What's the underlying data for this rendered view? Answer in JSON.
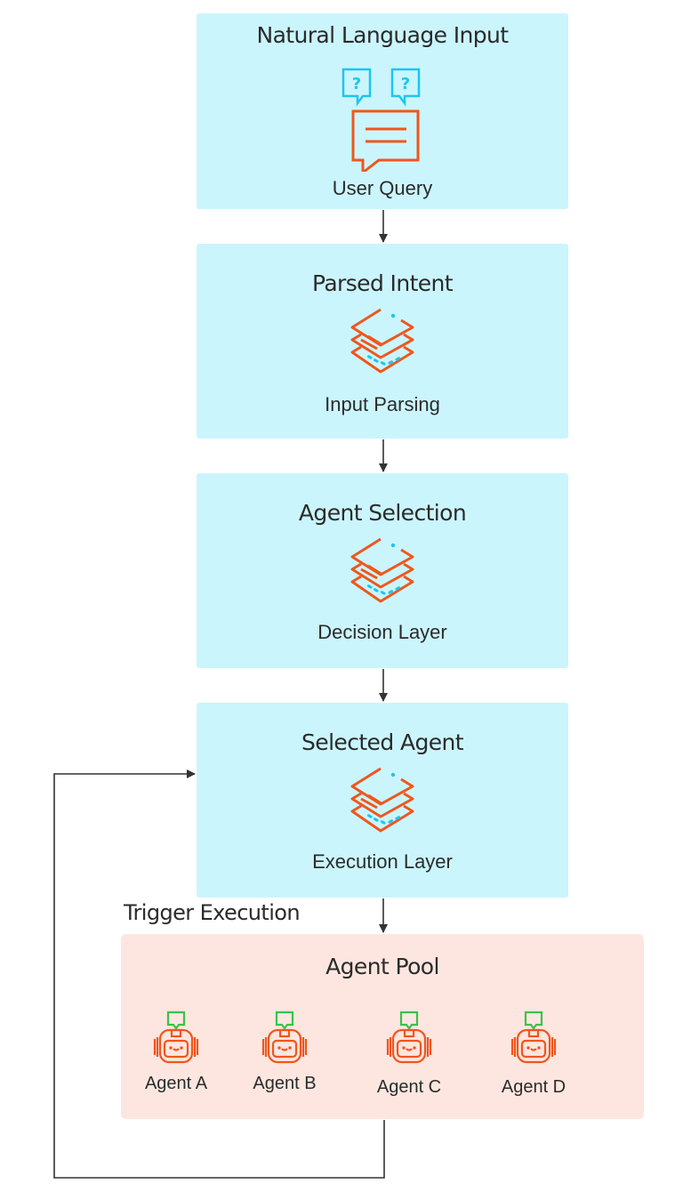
{
  "diagram": {
    "colors": {
      "box_fill": "#cbf5fd",
      "pool_fill": "#fde6e0",
      "icon_orange": "#f0561d",
      "icon_cyan": "#1cc6f0",
      "icon_green": "#39c24a",
      "arrow": "#333333"
    },
    "steps": [
      {
        "title": "Natural Language Input",
        "icon": "chat-question-icon",
        "label": "User Query"
      },
      {
        "title": "Parsed Intent",
        "icon": "layers-icon",
        "label": "Input Parsing"
      },
      {
        "title": "Agent Selection",
        "icon": "layers-icon",
        "label": "Decision Layer"
      },
      {
        "title": "Selected Agent",
        "icon": "layers-icon",
        "label": "Execution Layer"
      }
    ],
    "edge_label": "Trigger Execution",
    "pool": {
      "title": "Agent Pool",
      "agents": [
        {
          "label": "Agent A",
          "icon": "robot-icon"
        },
        {
          "label": "Agent B",
          "icon": "robot-icon"
        },
        {
          "label": "Agent C",
          "icon": "robot-icon"
        },
        {
          "label": "Agent D",
          "icon": "robot-icon"
        }
      ]
    },
    "edges": [
      {
        "from": "Natural Language Input",
        "to": "Parsed Intent"
      },
      {
        "from": "Parsed Intent",
        "to": "Agent Selection"
      },
      {
        "from": "Agent Selection",
        "to": "Selected Agent"
      },
      {
        "from": "Selected Agent",
        "to": "Agent Pool",
        "label": "Trigger Execution"
      },
      {
        "from": "Agent Pool",
        "to": "Selected Agent",
        "type": "feedback-loop"
      }
    ]
  }
}
